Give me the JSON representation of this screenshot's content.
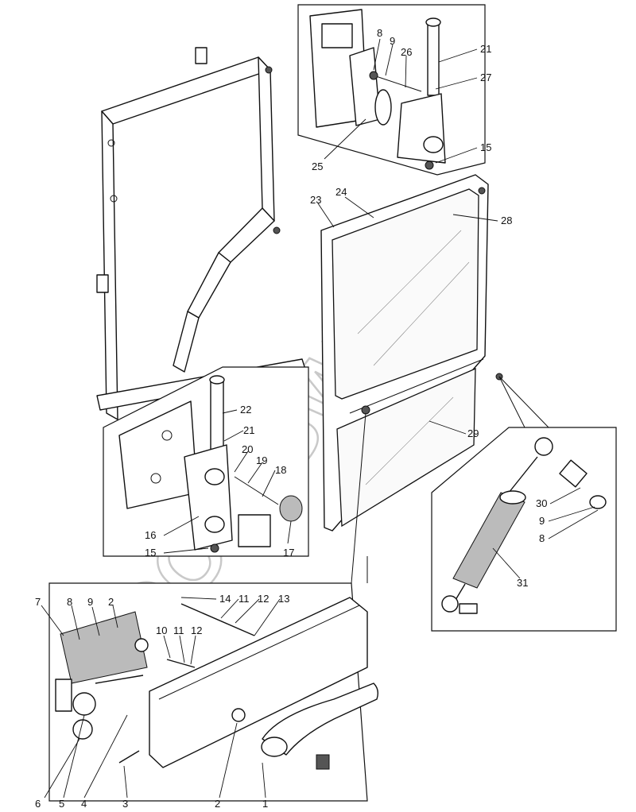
{
  "watermark": "OOO SWEDT",
  "callouts": {
    "topInset": [
      "8",
      "9",
      "26",
      "21",
      "27",
      "15",
      "25"
    ],
    "door": [
      "23",
      "24",
      "28",
      "29"
    ],
    "leftInset": [
      "22",
      "21",
      "20",
      "19",
      "18",
      "16",
      "15",
      "17"
    ],
    "strutInset": [
      "30",
      "9",
      "8",
      "31"
    ],
    "bottomInset": [
      "7",
      "8",
      "9",
      "2",
      "14",
      "11",
      "12",
      "13",
      "10",
      "11",
      "12",
      "6",
      "5",
      "4",
      "3",
      "2",
      "1"
    ]
  }
}
